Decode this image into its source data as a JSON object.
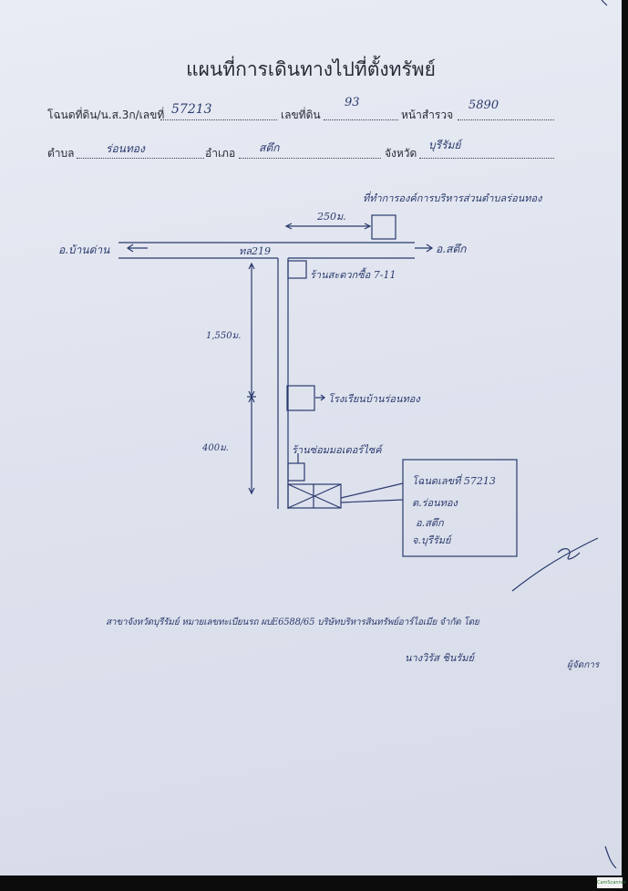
{
  "document": {
    "title": "แผนที่การเดินทางไปที่ตั้งทรัพย์",
    "fields": {
      "deed_label": "โฉนดที่ดิน/น.ส.3ก/เลขที่",
      "deed_value": "57213",
      "land_no_label": "เลขที่ดิน",
      "land_no_value": "93",
      "survey_page_label": "หน้าสำรวจ",
      "survey_page_value": "5890",
      "subdistrict_label": "ตำบล",
      "subdistrict_value": "ร่อนทอง",
      "district_label": "อำเภอ",
      "district_value": "สตึก",
      "province_label": "จังหวัด",
      "province_value": "บุรีรัมย์"
    }
  },
  "map": {
    "left_destination": "อ.บ้านด่าน",
    "right_destination": "อ.สตึก",
    "road_label": "ทล219",
    "distance_top": "250ม.",
    "distance_middle": "1,550ม.",
    "distance_lower": "400ม.",
    "landmark_office": "ที่ทำการองค์การบริหารส่วนตำบลร่อนทอง",
    "landmark_store": "ร้านสะดวกซื้อ 7-11",
    "landmark_school": "โรงเรียนบ้านร่อนทอง",
    "landmark_shop": "ร้านซ่อมมอเตอร์ไซค์",
    "property_box": {
      "line1": "โฉนดเลขที่ 57213",
      "line2": "ต.ร่อนทอง",
      "line3": "อ.สตึก",
      "line4": "จ.บุรีรัมย์"
    }
  },
  "footer": {
    "line1": "สาขาจังหวัดบุรีรัมย์ หมายเลขทะเบียนรถ ผบE6588/65 บริษัทบริหารสินทรัพย์อาร์ไอเมีย จำกัด โดย",
    "line2": "นางวิรัส ชินรัมย์",
    "line3": "ผู้จัดการ"
  },
  "scanner_badge": "CamScanner",
  "colors": {
    "ink": "#2a3a6e",
    "print": "#262a35",
    "paper": "#e3e6ef"
  }
}
